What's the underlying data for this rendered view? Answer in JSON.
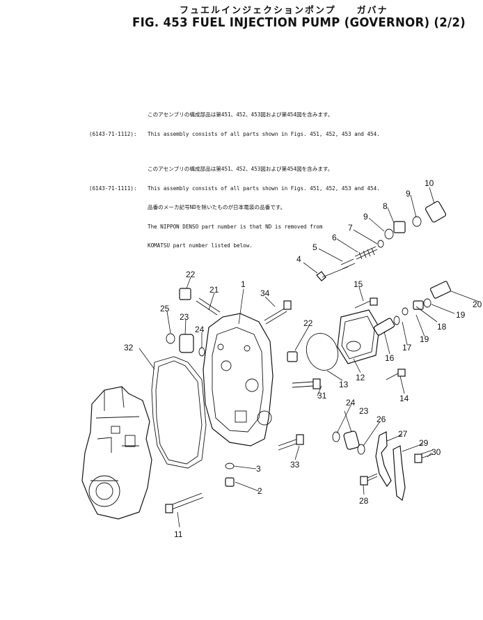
{
  "header": {
    "title_jp": "フュエルインジェクションポンプ　　ガバナ",
    "title": "FIG. 453  FUEL INJECTION PUMP (GOVERNOR) (2/2)"
  },
  "notes": [
    {
      "prefix": "",
      "text": "このアセンブリの構成部品は第451、452、453図および第454図を含みます。"
    },
    {
      "prefix": "(6143-71-1112):",
      "text": "This assembly consists of all parts shown in Figs. 451, 452, 453 and 454."
    },
    {
      "prefix": "",
      "text": "このアセンブリの構成部品は第451、452、453図および第454図を含みます。"
    },
    {
      "prefix": "(6143-71-1111):",
      "text": "This assembly consists of all parts shown in Figs. 451, 452, 453 and 454."
    },
    {
      "prefix": "",
      "text": "品番のメーカ記号NDを除いたものが日本電装の品番です。"
    },
    {
      "prefix": "",
      "text": "The NIPPON DENSO part number is that ND is removed from"
    },
    {
      "prefix": "",
      "text": "KOMATSU part number listed below."
    }
  ],
  "callouts": [
    "1",
    "2",
    "3",
    "4",
    "5",
    "6",
    "7",
    "8",
    "9",
    "9",
    "10",
    "11",
    "12",
    "13",
    "14",
    "15",
    "16",
    "17",
    "18",
    "19",
    "19",
    "20",
    "21",
    "22",
    "22",
    "23",
    "23",
    "24",
    "24",
    "25",
    "26",
    "27",
    "28",
    "29",
    "30",
    "31",
    "32",
    "33",
    "34"
  ]
}
